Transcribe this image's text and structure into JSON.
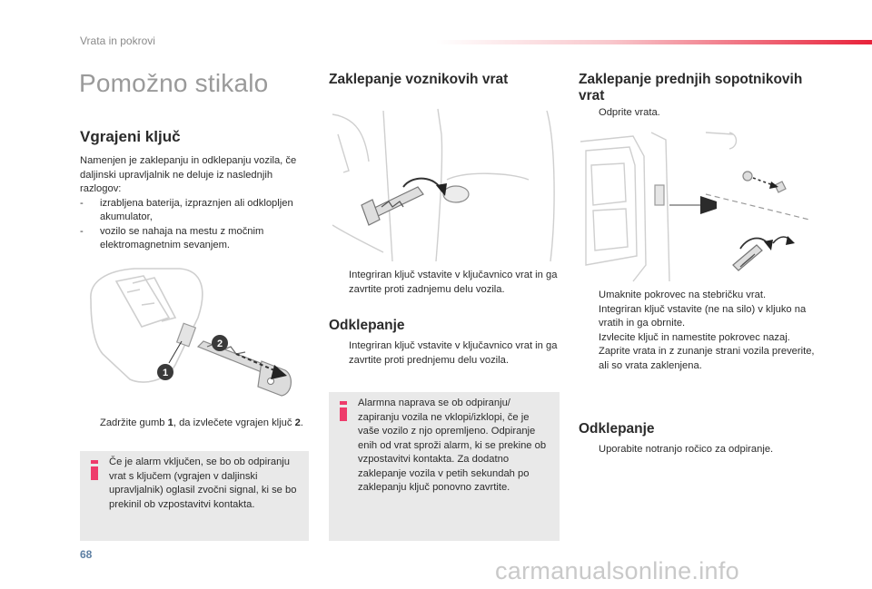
{
  "header": {
    "section": "Vrata in pokrovi"
  },
  "page_title": "Pomožno stikalo",
  "col1": {
    "heading": "Vgrajeni ključ",
    "intro": "Namenjen je zaklepanju in odklepanju vozila, če daljinski upravljalnik ne deluje iz naslednjih razlogov:",
    "reasons": [
      "izrabljena baterija, izpraznjen ali odklopljen akumulator,",
      "vozilo se nahaja na mestu z močnim elektromagnetnim sevanjem."
    ],
    "dash": "-",
    "figure_labels": [
      "1",
      "2"
    ],
    "step_prefix": "Zadržite gumb ",
    "step_b1": "1",
    "step_mid": ", da izvlečete vgrajen ključ ",
    "step_b2": "2",
    "step_end": ".",
    "note": "Če je alarm vključen, se bo ob odpiranju vrat s ključem (vgrajen v daljinski upravljalnik) oglasil zvočni signal, ki se bo prekinil ob vzpostavitvi kontakta."
  },
  "col2": {
    "heading": "Zaklepanje voznikovih vrat",
    "step": "Integriran ključ vstavite v ključavnico vrat in ga zavrtite proti zadnjemu delu vozila.",
    "unlock_heading": "Odklepanje",
    "unlock_step": "Integriran ključ vstavite v ključavnico vrat in ga zavrtite proti prednjemu delu vozila.",
    "note": "Alarmna naprava se ob odpiranju/ zapiranju vozila ne vklopi/izklopi, če je vaše vozilo z njo opremljeno. Odpiranje enih od vrat sproži alarm, ki se prekine ob vzpostavitvi kontakta. Za dodatno zaklepanje vozila v petih sekundah po zaklepanju ključ ponovno zavrtite."
  },
  "col3": {
    "heading": "Zaklepanje prednjih sopotnikovih vrat",
    "step1": "Odprite vrata.",
    "steps": [
      "Umaknite pokrovec na stebričku vrat.",
      "Integriran ključ vstavite (ne na silo) v kljuko na vratih in ga obrnite.",
      "Izvlecite ključ in namestite pokrovec nazaj.",
      "Zaprite vrata in z zunanje strani vozila preverite, ali so vrata zaklenjena."
    ],
    "unlock_heading": "Odklepanje",
    "unlock_step": "Uporabite notranjo ročico za odpiranje."
  },
  "bullet_glyph": "",
  "page_number": "68",
  "watermark": "carmanualsonline.info",
  "colors": {
    "accent_red": "#e8223a",
    "info_pink": "#ee3b6b",
    "note_bg": "#e9e9e9",
    "page_num": "#5d7fa3"
  }
}
